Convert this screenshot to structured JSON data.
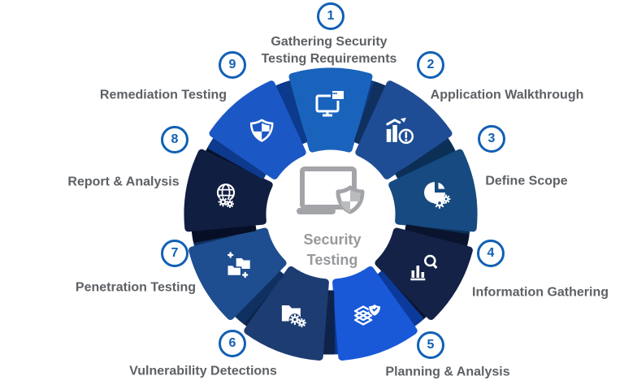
{
  "center": {
    "label": "Security\nTesting",
    "icon": "monitor-shield-icon"
  },
  "colors": {
    "badge_border": "#1160b4",
    "badge_text": "#1160b4",
    "label_text": "#5d6165",
    "center_label_text": "#97999c",
    "ring": "#d6d8da",
    "center_icon": "#a2a4a7",
    "center_icon_light": "#babcbe"
  },
  "steps": [
    {
      "number": "1",
      "label": "Gathering Security\nTesting Requirements",
      "icon": "monitor-folder-icon",
      "face_color": "#1a63bd",
      "flap_color": "#0d3d85"
    },
    {
      "number": "2",
      "label": "Application Walkthrough",
      "icon": "growth-chart-warning-icon",
      "face_color": "#1f4d95",
      "flap_color": "#10305f"
    },
    {
      "number": "3",
      "label": "Define Scope",
      "icon": "pie-chart-gears-icon",
      "face_color": "#164a80",
      "flap_color": "#0b2f55"
    },
    {
      "number": "4",
      "label": "Information Gathering",
      "icon": "bar-chart-search-icon",
      "face_color": "#142247",
      "flap_color": "#0a142e"
    },
    {
      "number": "5",
      "label": "Planning & Analysis",
      "icon": "layers-shield-icon",
      "face_color": "#1959d8",
      "flap_color": "#0b3a9b"
    },
    {
      "number": "6",
      "label": "Vulnerability Detections",
      "icon": "folder-gears-icon",
      "face_color": "#1d3c72",
      "flap_color": "#0e234a"
    },
    {
      "number": "7",
      "label": "Penetration Testing",
      "icon": "folders-plus-icon",
      "face_color": "#1e4d90",
      "flap_color": "#0f3161"
    },
    {
      "number": "8",
      "label": "Report & Analysis",
      "icon": "globe-gears-icon",
      "face_color": "#101e41",
      "flap_color": "#070f26"
    },
    {
      "number": "9",
      "label": "Remediation Testing",
      "icon": "shield-check-icon",
      "face_color": "#1b58c6",
      "flap_color": "#0d3a8c"
    }
  ]
}
